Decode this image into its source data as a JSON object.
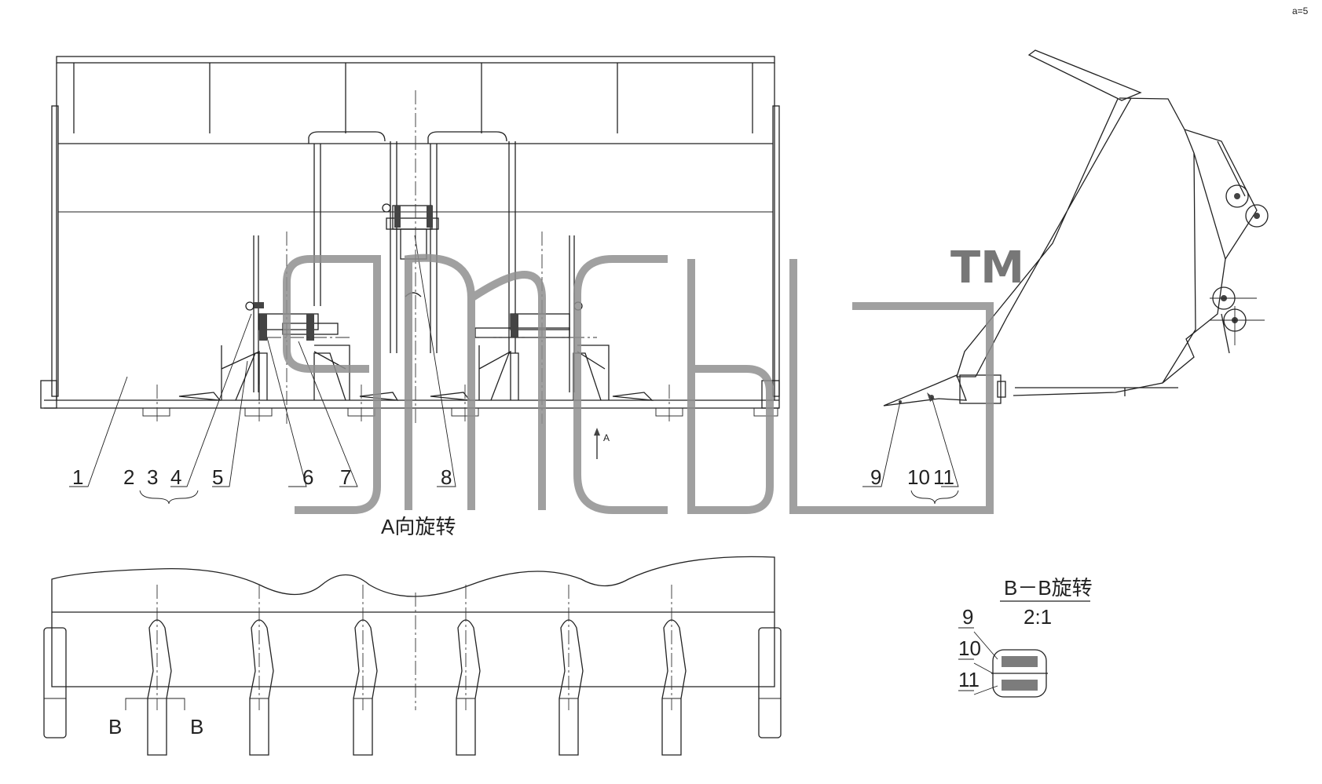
{
  "corner_mark": "a=5",
  "part_labels": [
    "1",
    "2",
    "3",
    "4",
    "5",
    "6",
    "7",
    "8",
    "9",
    "10",
    "11"
  ],
  "view_arrow_label": "A",
  "view_a_caption": "A向旋转",
  "section_marks": [
    "B",
    "B"
  ],
  "section_bb": {
    "title": "B－B旋转",
    "scale": "2:1",
    "labels": [
      "9",
      "10",
      "11"
    ]
  },
  "watermark": {
    "text": "gmcb",
    "trademark": "TM"
  }
}
